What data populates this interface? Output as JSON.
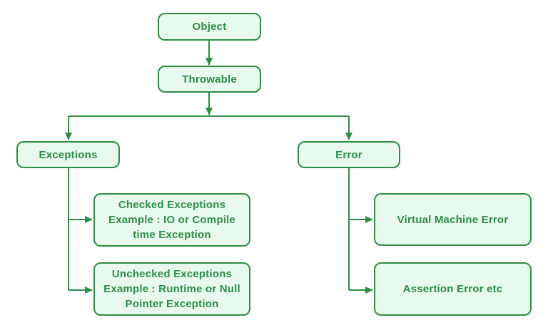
{
  "diagram": {
    "colors": {
      "stroke": "#2f8d46",
      "fill": "#e8f9ee",
      "text": "#2f8d46",
      "background": "#ffffff"
    },
    "nodes": {
      "object": {
        "label": "Object"
      },
      "throwable": {
        "label": "Throwable"
      },
      "exceptions": {
        "label": "Exceptions"
      },
      "error": {
        "label": "Error"
      },
      "checked_exceptions": {
        "label": "Checked Exceptions\nExample : IO or Compile\ntime Exception"
      },
      "unchecked_exceptions": {
        "label": "Unchecked Exceptions\nExample : Runtime or Null\nPointer Exception"
      },
      "virtual_machine_error": {
        "label": "Virtual Machine Error"
      },
      "assertion_error": {
        "label": "Assertion Error etc"
      }
    },
    "edges": [
      {
        "from": "object",
        "to": "throwable"
      },
      {
        "from": "throwable",
        "to": "exceptions"
      },
      {
        "from": "throwable",
        "to": "error"
      },
      {
        "from": "exceptions",
        "to": "checked_exceptions"
      },
      {
        "from": "exceptions",
        "to": "unchecked_exceptions"
      },
      {
        "from": "error",
        "to": "virtual_machine_error"
      },
      {
        "from": "error",
        "to": "assertion_error"
      }
    ]
  }
}
